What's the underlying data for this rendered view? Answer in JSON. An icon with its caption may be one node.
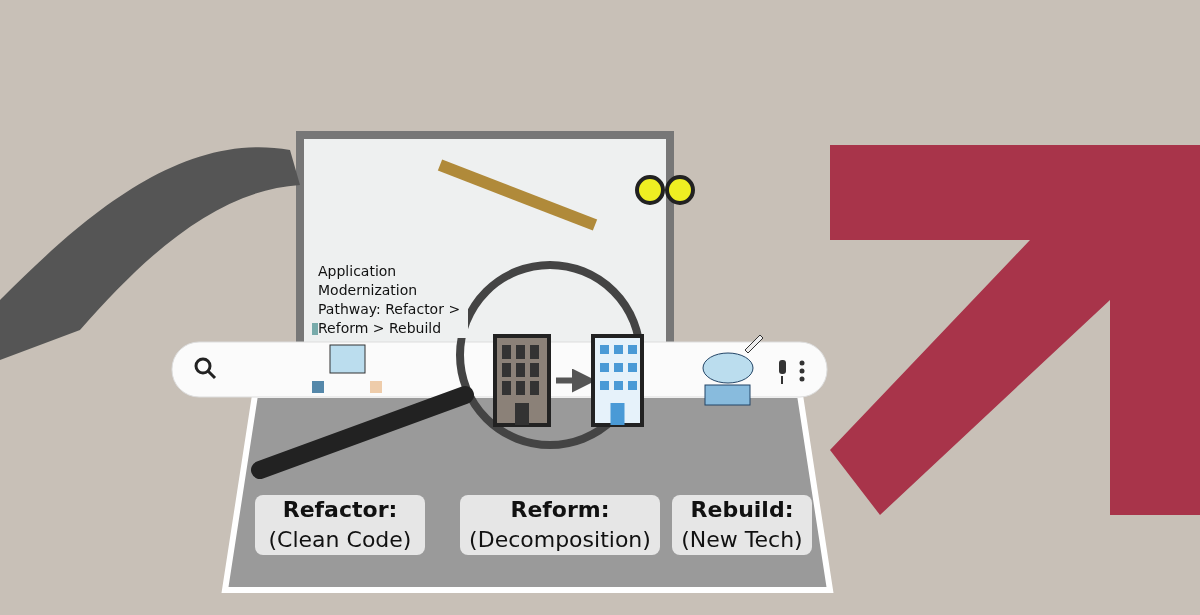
{
  "diagram": {
    "nodes": [
      {
        "text": [],
        "shape": "picture"
      },
      {
        "text": [],
        "shape": "picture"
      }
    ],
    "edges": [
      {
        "from": 0,
        "to": 1,
        "arrow": "to"
      }
    ],
    "labels": [
      "Application Modernization Pathway: Refactor > Reform > Rebuild",
      "**Refactor:** (Clean Code)",
      "**Reform:** (Decomposition)",
      "**Rebuild:** (New Tech)"
    ]
  }
}
